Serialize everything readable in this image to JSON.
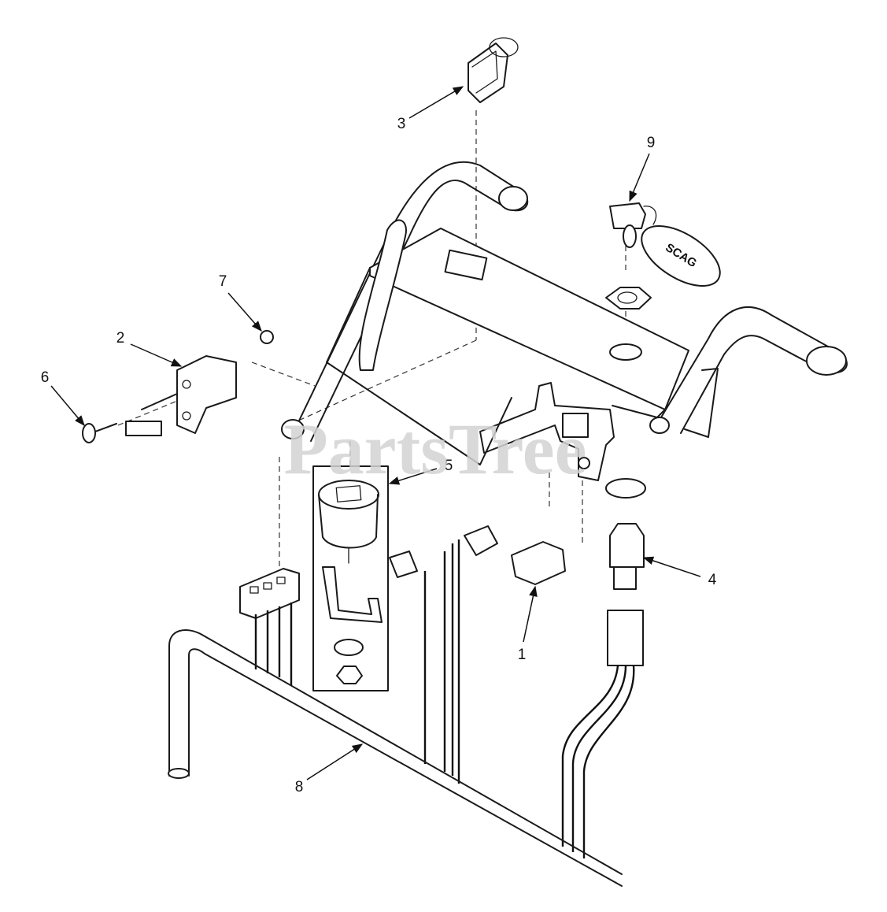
{
  "diagram": {
    "watermark": "PartsTree",
    "callouts": [
      {
        "id": "p1",
        "label": "1"
      },
      {
        "id": "p2",
        "label": "2"
      },
      {
        "id": "p3",
        "label": "3"
      },
      {
        "id": "p4",
        "label": "4"
      },
      {
        "id": "p5",
        "label": "5"
      },
      {
        "id": "p6",
        "label": "6"
      },
      {
        "id": "p7",
        "label": "7"
      },
      {
        "id": "p8",
        "label": "8"
      },
      {
        "id": "p9",
        "label": "9"
      }
    ],
    "key_fob_text": "SCAG",
    "colors": {
      "line": "#1a1a1a",
      "background": "#ffffff",
      "watermark": "#d3d3d3"
    }
  }
}
